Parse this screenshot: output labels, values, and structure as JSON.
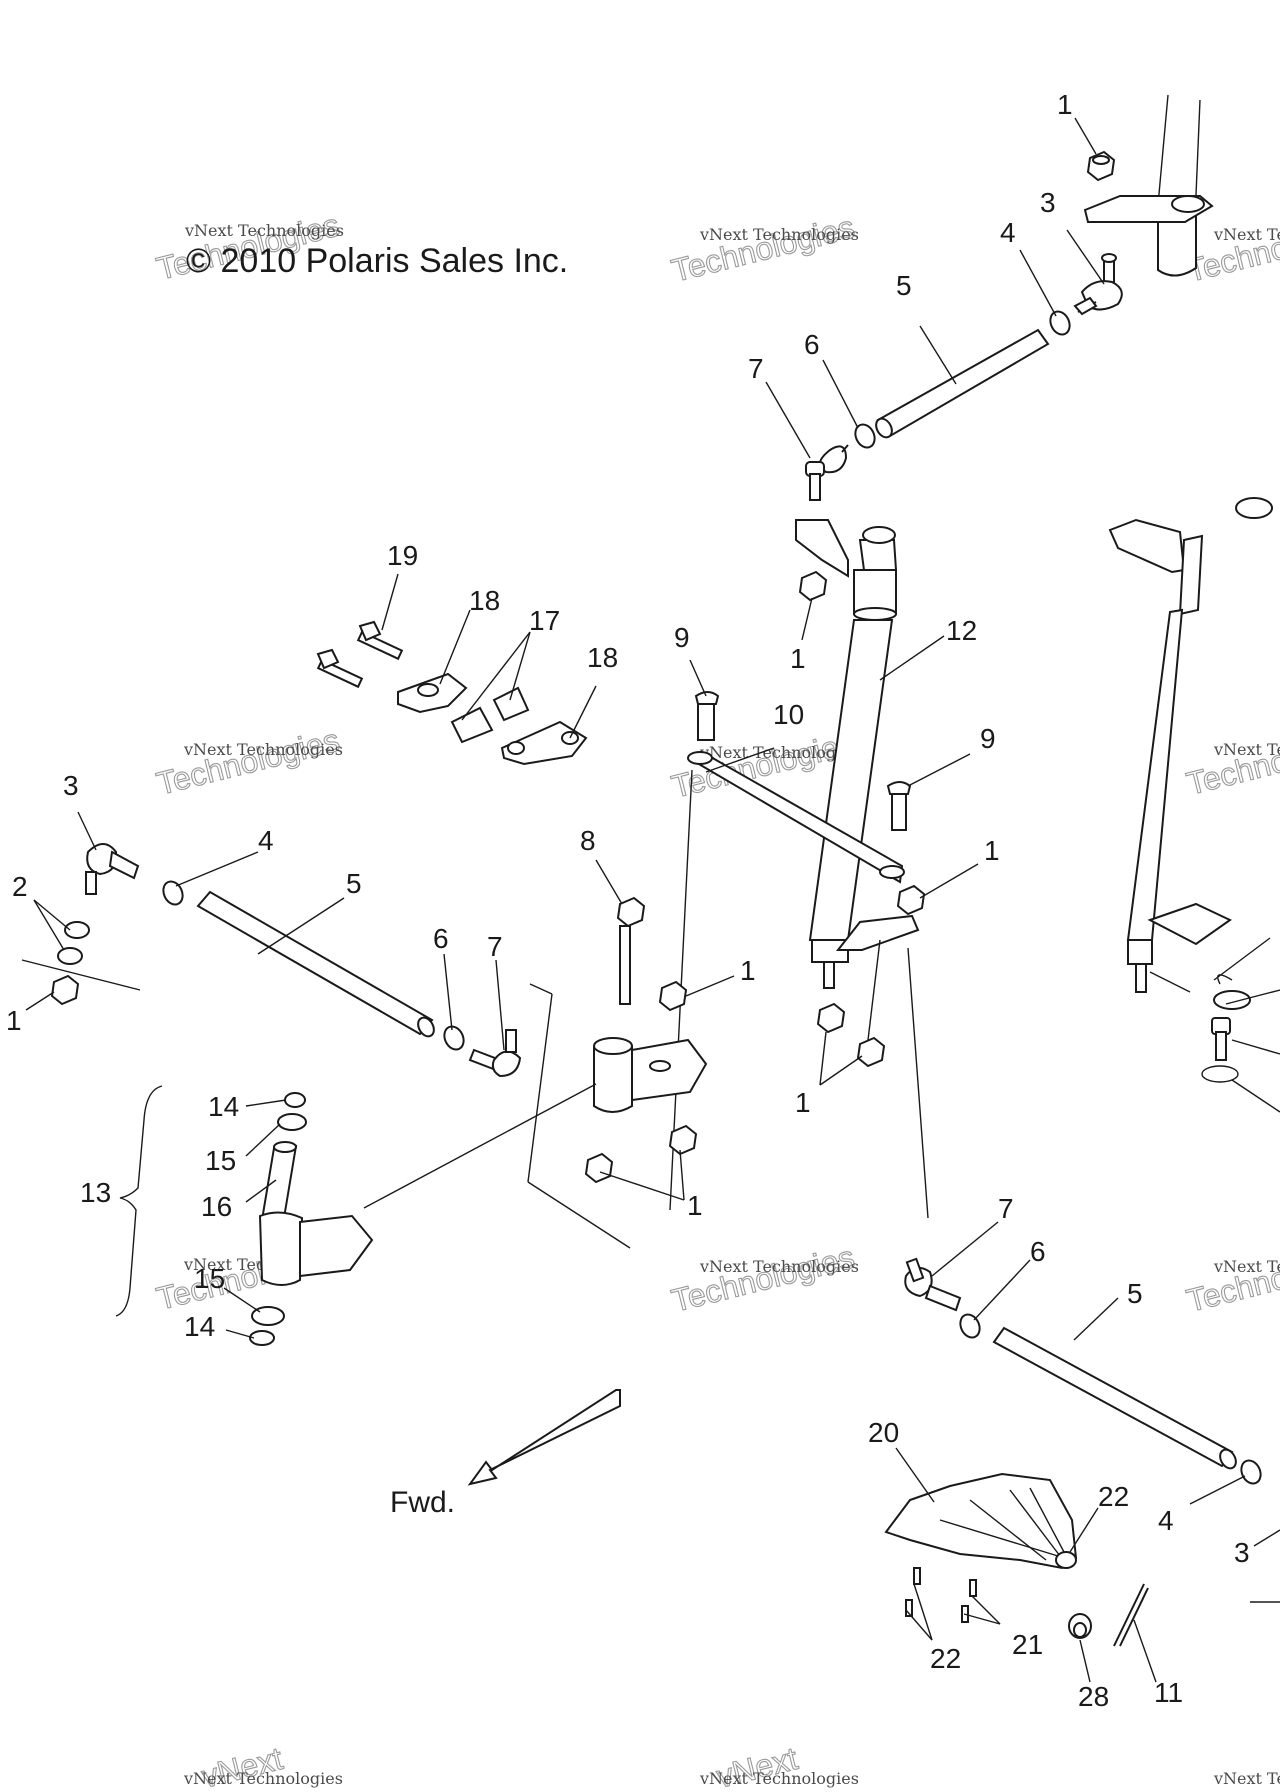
{
  "copyright": "© 2010 Polaris Sales Inc.",
  "direction_label": "Fwd.",
  "watermark": {
    "line1": "vNext Technologies",
    "line2": "vNext",
    "line3": "Technologies"
  },
  "callouts": {
    "c_1a": "1",
    "c_3a": "3",
    "c_4a": "4",
    "c_5a": "5",
    "c_6a": "6",
    "c_7a": "7",
    "c_19": "19",
    "c_18a": "18",
    "c_17": "17",
    "c_18b": "18",
    "c_9a": "9",
    "c_1b": "1",
    "c_12": "12",
    "c_10": "10",
    "c_9b": "9",
    "c_1c": "1",
    "c_3b": "3",
    "c_4b": "4",
    "c_5b": "5",
    "c_2": "2",
    "c_1d": "1",
    "c_8": "8",
    "c_6b": "6",
    "c_7b": "7",
    "c_1e": "1",
    "c_1f": "1",
    "c_1g": "1",
    "c_14a": "14",
    "c_15a": "15",
    "c_16": "16",
    "c_13": "13",
    "c_15b": "15",
    "c_14b": "14",
    "c_7c": "7",
    "c_6c": "6",
    "c_5c": "5",
    "c_20": "20",
    "c_22a": "22",
    "c_4c": "4",
    "c_3c": "3",
    "c_22b": "22",
    "c_21": "21",
    "c_28": "28",
    "c_11": "11"
  }
}
